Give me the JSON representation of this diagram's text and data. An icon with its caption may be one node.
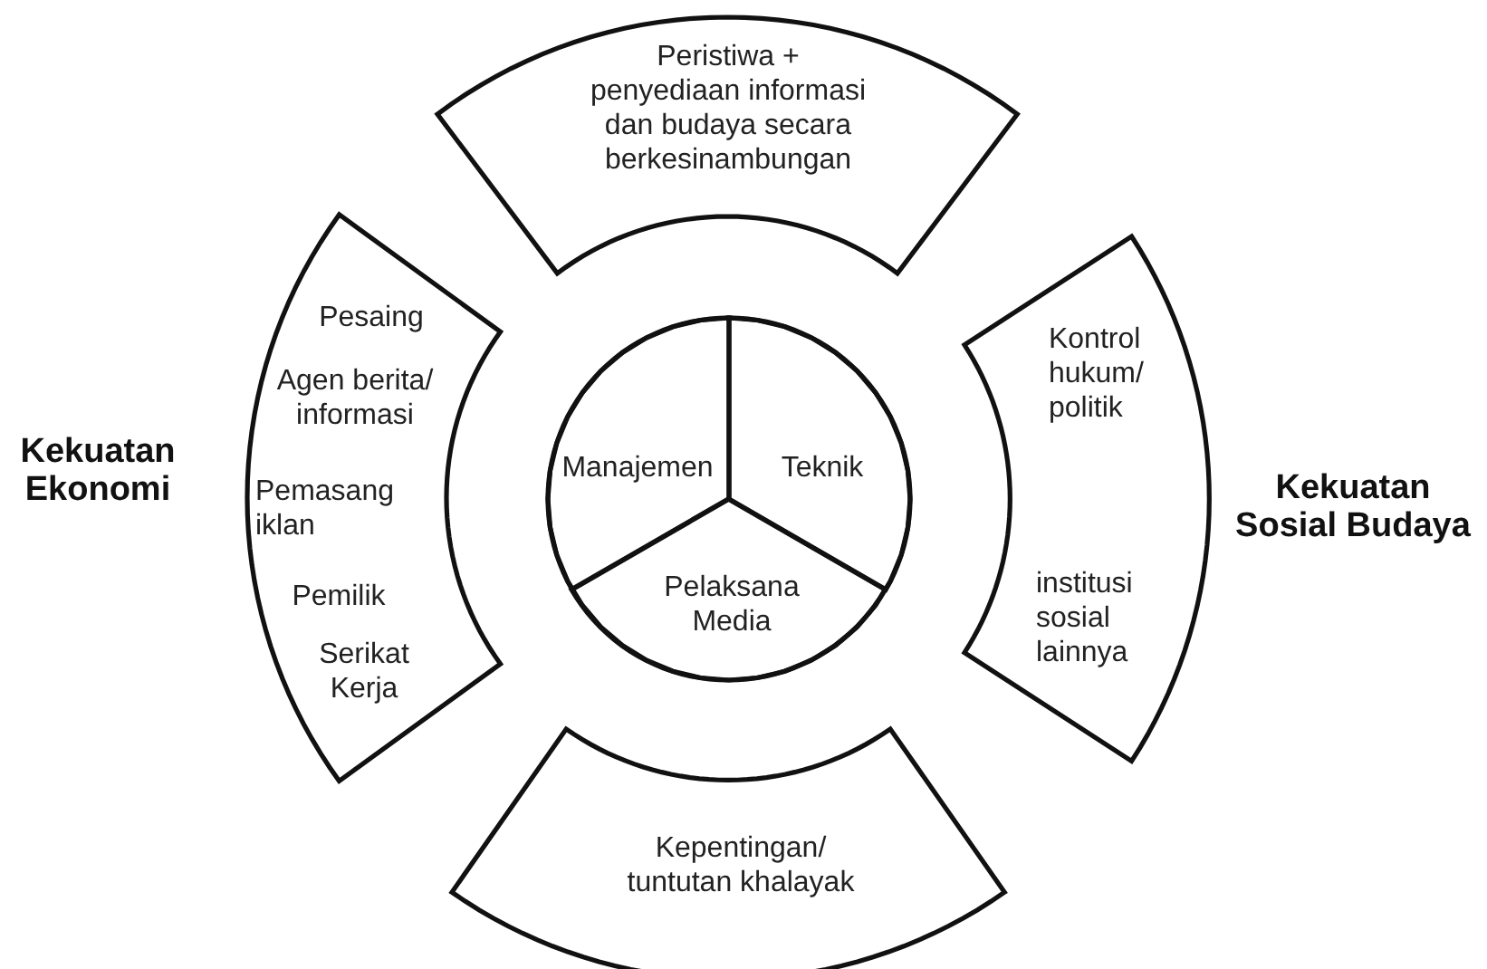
{
  "diagram": {
    "nodes": [
      {
        "text": [
          "Peristiwa + penyediaan informasi dan budaya secara berkesinambungan"
        ]
      },
      {
        "text": [
          "Pesaing",
          "Agen berita/ informasi",
          "Pemasang iklan",
          "Pemilik",
          "Serikat Kerja"
        ]
      },
      {
        "text": [
          "Kontrol hukum/ politik",
          "institusi sosial lainnya"
        ]
      },
      {
        "text": [
          "Kepentingan/ tuntutan khalayak"
        ]
      },
      {
        "text": [],
        "shape": "circle"
      },
      {
        "text": [
          "Manajemen"
        ],
        "in": 4
      },
      {
        "text": [
          "Teknik"
        ],
        "in": 4
      },
      {
        "text": [
          "Pelaksana Media"
        ],
        "in": 4
      }
    ],
    "labels": [
      "Kekuatan Ekonomi",
      "Kekuatan Sosial Budaya"
    ]
  }
}
